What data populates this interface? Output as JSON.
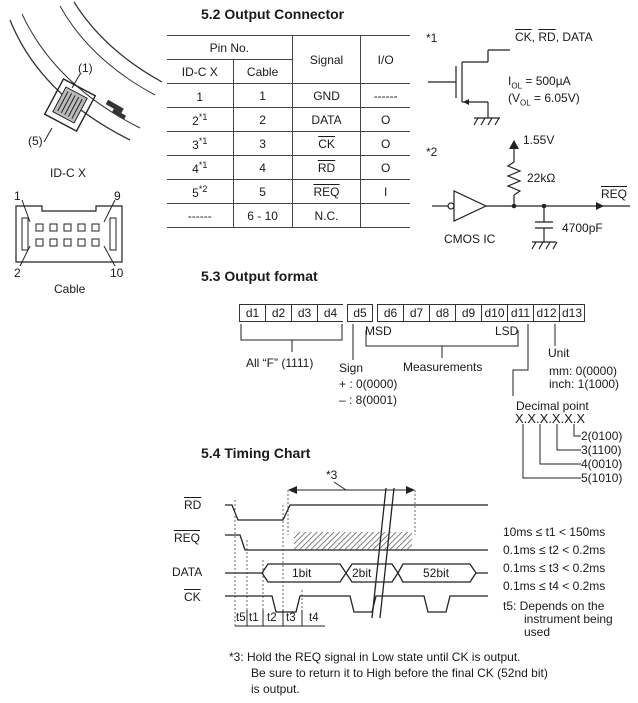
{
  "sections": {
    "output_connector": "5.2  Output Connector",
    "output_format": "5.3  Output format",
    "timing_chart": "5.4  Timing Chart"
  },
  "connector_figure": {
    "callout_1": "(1)",
    "callout_5": "(5)",
    "idcx_label": "ID-C X",
    "cable_label": "Cable",
    "pin_1": "1",
    "pin_9": "9",
    "pin_2": "2",
    "pin_10": "10"
  },
  "pin_table": {
    "header_pin_no": "Pin No.",
    "header_idcx": "ID-C X",
    "header_cable": "Cable",
    "header_signal": "Signal",
    "header_io": "I/O",
    "rows": [
      {
        "idcx": "1",
        "mark": "",
        "cable": "1",
        "signal": "GND",
        "io": "------"
      },
      {
        "idcx": "2",
        "mark": "*1",
        "cable": "2",
        "signal": "DATA",
        "io": "O"
      },
      {
        "idcx": "3",
        "mark": "*1",
        "cable": "3",
        "signal": "CK",
        "io": "O"
      },
      {
        "idcx": "4",
        "mark": "*1",
        "cable": "4",
        "signal": "RD",
        "io": "O"
      },
      {
        "idcx": "5",
        "mark": "*2",
        "cable": "5",
        "signal": "REQ",
        "io": "I"
      },
      {
        "idcx": "------",
        "mark": "",
        "cable": "6 - 10",
        "signal": "N.C.",
        "io": ""
      }
    ]
  },
  "circuit1": {
    "star": "*1",
    "sig_ck": "CK",
    "sig_rd": "RD",
    "sig_data": "DATA",
    "comma": ",",
    "iol_label": "I",
    "iol_sub": "OL",
    "iol_value": " = 500µA",
    "vol_open": "(V",
    "vol_sub": "OL",
    "vol_value": " = 6.05V)"
  },
  "circuit2": {
    "star": "*2",
    "voltage": "1.55V",
    "resistor": "22kΩ",
    "req_label": "REQ",
    "chip": "CMOS IC",
    "capacitor": "4700pF"
  },
  "format": {
    "bits": [
      "d1",
      "d2",
      "d3",
      "d4",
      "d5",
      "d6",
      "d7",
      "d8",
      "d9",
      "d10",
      "d11",
      "d12",
      "d13"
    ],
    "all_f": "All “F” (1111)",
    "msd": "MSD",
    "lsd": "LSD",
    "sign": "Sign",
    "measurements": "Measurements",
    "sign_plus": "+ : 0(0000)",
    "sign_minus": "– : 8(0001)",
    "unit": "Unit",
    "unit_mm": "mm: 0(0000)",
    "unit_inch": "inch: 1(1000)",
    "decimal_point": "Decimal point",
    "decimal_pattern": "X.X.X.X.X.X",
    "dp_options": [
      "2(0100)",
      "3(1100)",
      "4(0010)",
      "5(1010)"
    ]
  },
  "timing": {
    "star3": "*3",
    "sig_rd": "RD",
    "sig_req": "REQ",
    "sig_data": "DATA",
    "sig_ck": "CK",
    "bit1": "1bit",
    "bit2": "2bit",
    "bit52": "52bit",
    "t5": "t5",
    "t1": "t1",
    "t2": "t2",
    "t3": "t3",
    "t4": "t4",
    "specs": [
      "10ms ≤ t1 < 150ms",
      "0.1ms ≤ t2 < 0.2ms",
      "0.1ms ≤ t3 < 0.2ms",
      "0.1ms ≤ t4 < 0.2ms"
    ],
    "t5_note": [
      "t5:  Depends on the",
      "instrument being",
      "used"
    ]
  },
  "footnote": {
    "line1": "*3:  Hold the REQ signal in Low state until CK is output.",
    "line2": "Be sure to return it to High before the final CK (52nd bit)",
    "line3": "is output."
  }
}
